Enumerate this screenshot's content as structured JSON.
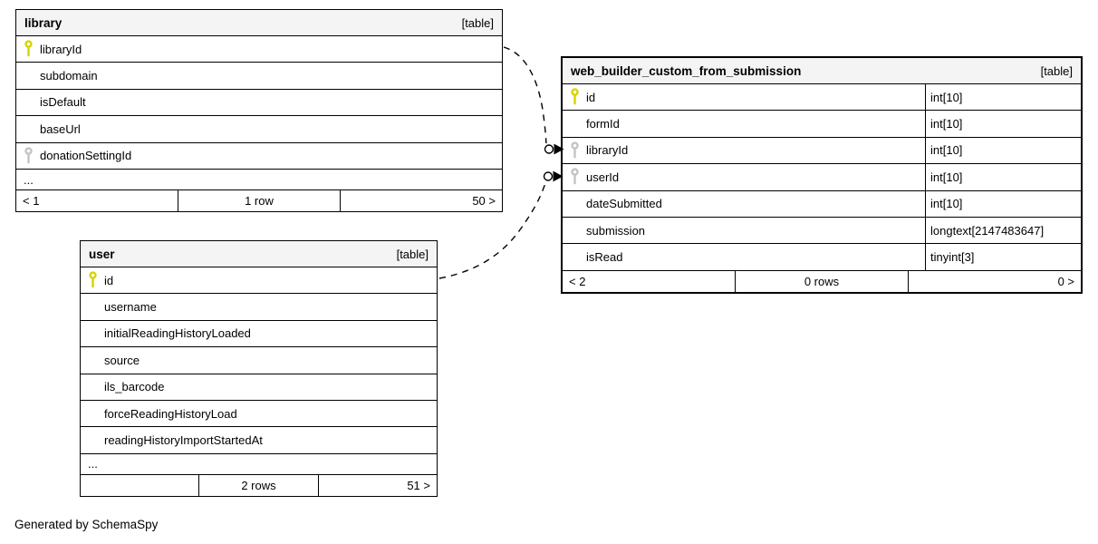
{
  "note": "Generated by SchemaSpy",
  "colors": {
    "primary_key": "#d6d300",
    "foreign_key": "#c4c4c4",
    "header_bg": "#f4f4f4",
    "border": "#000000"
  },
  "tables": [
    {
      "title": "library",
      "tag": "[table]",
      "columns": [
        {
          "name": "libraryId",
          "key": "primary"
        },
        {
          "name": "subdomain",
          "key": ""
        },
        {
          "name": "isDefault",
          "key": ""
        },
        {
          "name": "baseUrl",
          "key": ""
        },
        {
          "name": "donationSettingId",
          "key": "foreign"
        }
      ],
      "ellipsis": "...",
      "footer": {
        "left": "< 1",
        "center": "1 row",
        "right": "50 >"
      }
    },
    {
      "title": "web_builder_custom_from_submission",
      "tag": "[table]",
      "columns": [
        {
          "name": "id",
          "key": "primary",
          "type": "int[10]"
        },
        {
          "name": "formId",
          "key": "",
          "type": "int[10]"
        },
        {
          "name": "libraryId",
          "key": "foreign",
          "type": "int[10]"
        },
        {
          "name": "userId",
          "key": "foreign",
          "type": "int[10]"
        },
        {
          "name": "dateSubmitted",
          "key": "",
          "type": "int[10]"
        },
        {
          "name": "submission",
          "key": "",
          "type": "longtext[2147483647]"
        },
        {
          "name": "isRead",
          "key": "",
          "type": "tinyint[3]"
        }
      ],
      "footer": {
        "left": "< 2",
        "center": "0 rows",
        "right": "0 >"
      }
    },
    {
      "title": "user",
      "tag": "[table]",
      "columns": [
        {
          "name": "id",
          "key": "primary"
        },
        {
          "name": "username",
          "key": ""
        },
        {
          "name": "initialReadingHistoryLoaded",
          "key": ""
        },
        {
          "name": "source",
          "key": ""
        },
        {
          "name": "ils_barcode",
          "key": ""
        },
        {
          "name": "forceReadingHistoryLoad",
          "key": ""
        },
        {
          "name": "readingHistoryImportStartedAt",
          "key": ""
        }
      ],
      "ellipsis": "...",
      "footer": {
        "left": "",
        "center": "2 rows",
        "right": "51 >"
      }
    }
  ],
  "relationships": [
    {
      "from": "library.libraryId",
      "to": "web_builder_custom_from_submission.libraryId"
    },
    {
      "from": "user.id",
      "to": "web_builder_custom_from_submission.userId"
    }
  ]
}
